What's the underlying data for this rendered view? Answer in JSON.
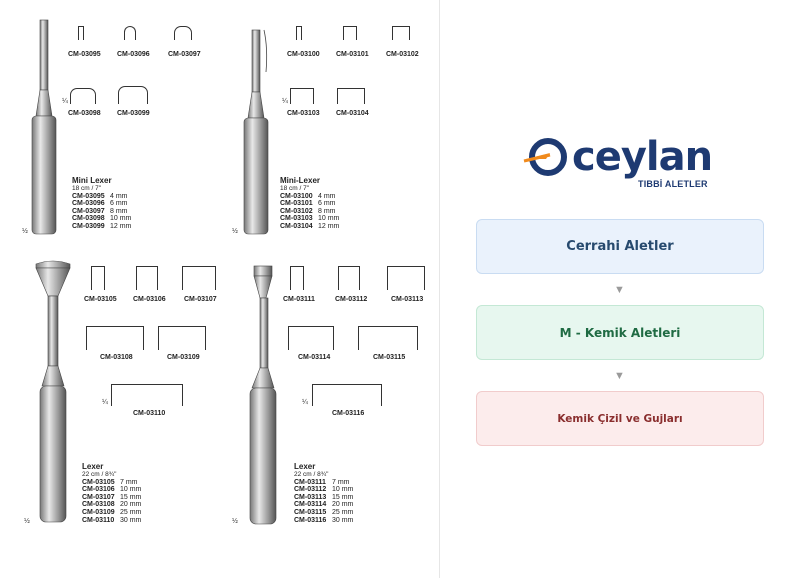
{
  "catalog": {
    "top_left": {
      "codes": [
        "CM-03095",
        "CM-03096",
        "CM-03097",
        "CM-03098",
        "CM-03099"
      ],
      "fraction": "¼",
      "title": "Mini Lexer",
      "length": "18 cm / 7\"",
      "sizes": [
        {
          "code": "CM-03095",
          "size": "4 mm"
        },
        {
          "code": "CM-03096",
          "size": "6 mm"
        },
        {
          "code": "CM-03097",
          "size": "8 mm"
        },
        {
          "code": "CM-03098",
          "size": "10 mm"
        },
        {
          "code": "CM-03099",
          "size": "12 mm"
        }
      ],
      "scale": "½"
    },
    "top_right": {
      "codes": [
        "CM-03100",
        "CM-03101",
        "CM-03102",
        "CM-03103",
        "CM-03104"
      ],
      "fraction": "¼",
      "title": "Mini-Lexer",
      "length": "18 cm / 7\"",
      "sizes": [
        {
          "code": "CM-03100",
          "size": "4 mm"
        },
        {
          "code": "CM-03101",
          "size": "6 mm"
        },
        {
          "code": "CM-03102",
          "size": "8 mm"
        },
        {
          "code": "CM-03103",
          "size": "10 mm"
        },
        {
          "code": "CM-03104",
          "size": "12 mm"
        }
      ],
      "scale": "½"
    },
    "bottom_left": {
      "codes": [
        "CM-03105",
        "CM-03106",
        "CM-03107",
        "CM-03108",
        "CM-03109",
        "CM-03110"
      ],
      "fraction": "¼",
      "title": "Lexer",
      "length": "22 cm / 8¾\"",
      "sizes": [
        {
          "code": "CM-03105",
          "size": "7 mm"
        },
        {
          "code": "CM-03106",
          "size": "10 mm"
        },
        {
          "code": "CM-03107",
          "size": "15 mm"
        },
        {
          "code": "CM-03108",
          "size": "20 mm"
        },
        {
          "code": "CM-03109",
          "size": "25 mm"
        },
        {
          "code": "CM-03110",
          "size": "30 mm"
        }
      ],
      "scale": "½"
    },
    "bottom_right": {
      "codes": [
        "CM-03111",
        "CM-03112",
        "CM-03113",
        "CM-03114",
        "CM-03115",
        "CM-03116"
      ],
      "fraction": "¼",
      "title": "Lexer",
      "length": "22 cm / 8¾\"",
      "sizes": [
        {
          "code": "CM-03111",
          "size": "7 mm"
        },
        {
          "code": "CM-03112",
          "size": "10 mm"
        },
        {
          "code": "CM-03113",
          "size": "15 mm"
        },
        {
          "code": "CM-03114",
          "size": "20 mm"
        },
        {
          "code": "CM-03115",
          "size": "25 mm"
        },
        {
          "code": "CM-03116",
          "size": "30 mm"
        }
      ],
      "scale": "½"
    }
  },
  "brand": {
    "name": "ceylan",
    "tagline": "TIBBİ ALETLER",
    "colors": {
      "navy": "#1e3a72",
      "orange": "#f08a1c"
    }
  },
  "nav": {
    "items": [
      {
        "label": "Cerrahi Aletler"
      },
      {
        "label": "M - Kemik Aletleri"
      },
      {
        "label": "Kemik Çizil ve Gujları"
      }
    ],
    "arrow": "▼"
  }
}
